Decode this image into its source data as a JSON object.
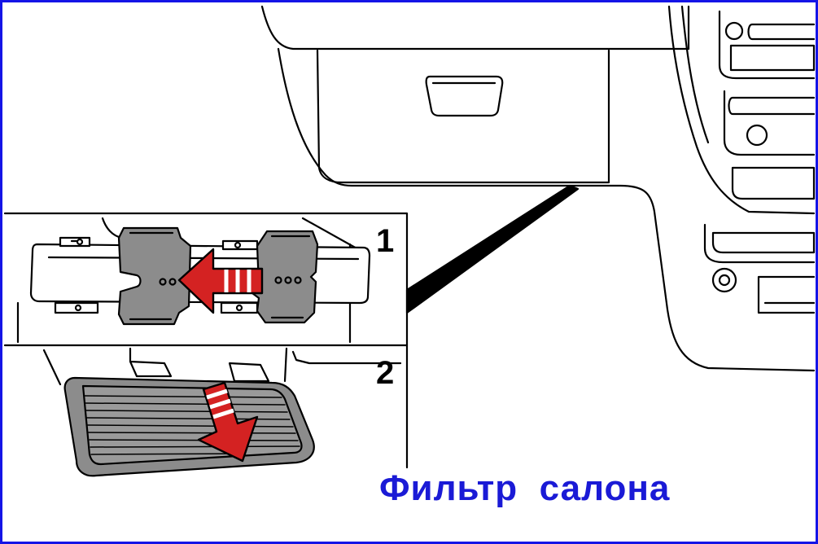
{
  "caption": "Фильтр  салона",
  "steps": [
    {
      "label": "1"
    },
    {
      "label": "2"
    }
  ],
  "colors": {
    "frame": "#1414e6",
    "caption": "#1a1ad6",
    "arrow_red": "#d42222",
    "part_gray": "#8c8c8c",
    "outline": "#000000"
  },
  "icons": {
    "step1_arrow": "arrow-left-icon",
    "step2_arrow": "arrow-down-right-icon"
  }
}
